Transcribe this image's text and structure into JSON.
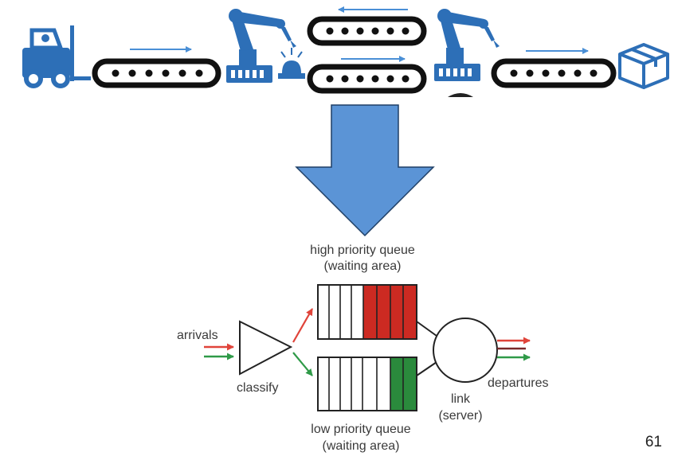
{
  "labels": {
    "high_queue_line1": "high priority queue",
    "high_queue_line2": "(waiting area)",
    "arrivals": "arrivals",
    "classify": "classify",
    "departures": "departures",
    "link_line1": "link",
    "link_line2": "(server)",
    "low_queue_line1": "low priority queue",
    "low_queue_line2": "(waiting area)"
  },
  "page_number": "61",
  "colors": {
    "factory_blue": "#2d6fb7",
    "flow_arrow_blue": "#4a8fd6",
    "big_arrow_fill": "#5b94d6",
    "big_arrow_stroke": "#1f3f66",
    "high_priority": "#cc2a22",
    "low_priority": "#2a8a3c",
    "arrival_red": "#e0443a",
    "arrival_green": "#2f9a48"
  },
  "icons": [
    "forklift-icon",
    "conveyor-icon",
    "robot-arm-icon",
    "alarm-light-icon",
    "package-box-icon"
  ]
}
